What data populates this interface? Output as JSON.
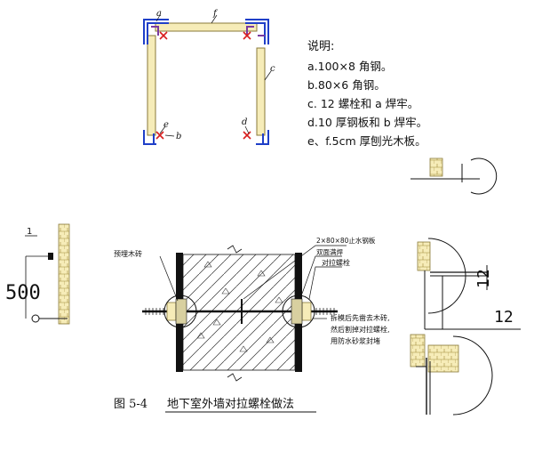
{
  "top_diagram": {
    "labels": {
      "a": "a",
      "f": "f",
      "c": "c",
      "e": "e",
      "b": "b",
      "d": "d"
    }
  },
  "notes": {
    "title": "说明:",
    "lines": [
      "a.100×8 角钢。",
      "b.80×6 角钢。",
      "c. 12 螺栓和 a 焊牢。",
      "d.10 厚钢板和 b 焊牢。",
      "e、f.5cm 厚刨光木板。"
    ]
  },
  "left_detail": {
    "mark": "1",
    "dimension": "500"
  },
  "center_detail": {
    "anno_plate": "2×80×80止水钢板",
    "anno_nut": "双面满焊",
    "anno_bolt": "对拉螺栓",
    "anno_block": "预埋木砖",
    "anno_note_lines": [
      "拆模后先凿去木砖,",
      "然后割掉对拉螺栓,",
      "用防水砂浆封堵"
    ]
  },
  "right_detail": {
    "dim_vertical": "12",
    "dim_horizontal": "12"
  },
  "caption": {
    "figure": "图 5-4",
    "title": "地下室外墙对拉螺栓做法"
  },
  "colors": {
    "wood": "#f6ecb8",
    "wood_stroke": "#8a7a3a",
    "steel": "#1f3fc8",
    "accent": "#d81e1e",
    "ink": "#111111"
  }
}
